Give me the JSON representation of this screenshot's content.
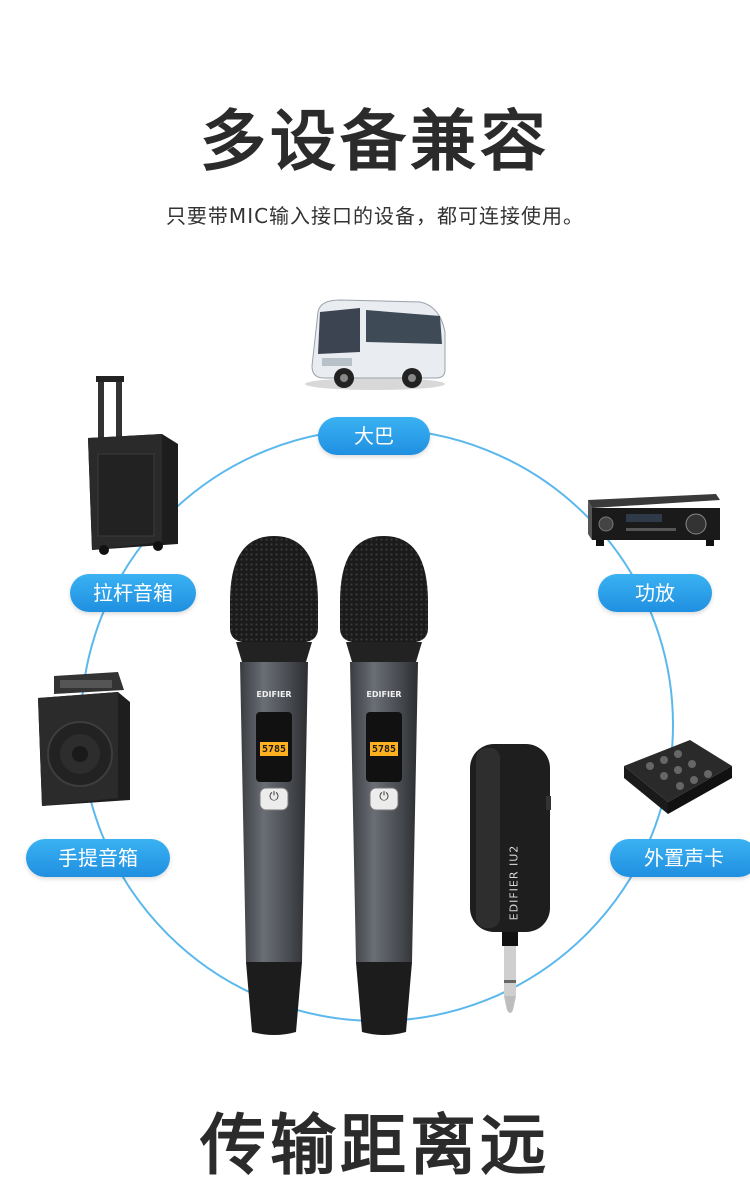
{
  "heading": {
    "title": "多设备兼容",
    "subtitle": "只要带MIC输入接口的设备，都可连接使用。"
  },
  "labels": {
    "bus": "大巴",
    "trolley_speaker": "拉杆音箱",
    "amplifier": "功放",
    "portable_speaker": "手提音箱",
    "sound_card": "外置声卡"
  },
  "product": {
    "brand": "EDIFIER",
    "mic_display": "5785",
    "receiver_model": "EDIFIER IU2"
  },
  "footer": {
    "title": "传输距离远"
  },
  "colors": {
    "accent": "#2597e6",
    "ring": "#5bb8ec",
    "text_dark": "#2b2b2b"
  }
}
